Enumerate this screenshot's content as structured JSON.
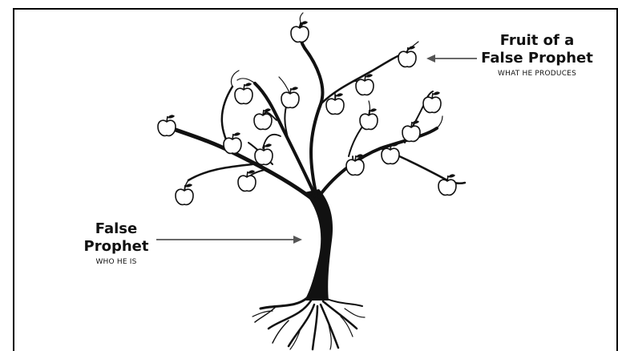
{
  "labels": {
    "fruit": {
      "line1": "Fruit of a",
      "line2": "False Prophet",
      "sub": "WHAT HE PRODUCES"
    },
    "prophet": {
      "line1": "False",
      "line2": "Prophet",
      "sub": "WHO HE IS"
    }
  },
  "colors": {
    "ink": "#111111",
    "arrow": "#555555",
    "fruit_fill": "#ffffff"
  },
  "icons": {
    "fruit": "apple-icon",
    "tree": "tree-illustration",
    "arrow": "arrow-left-icon"
  }
}
